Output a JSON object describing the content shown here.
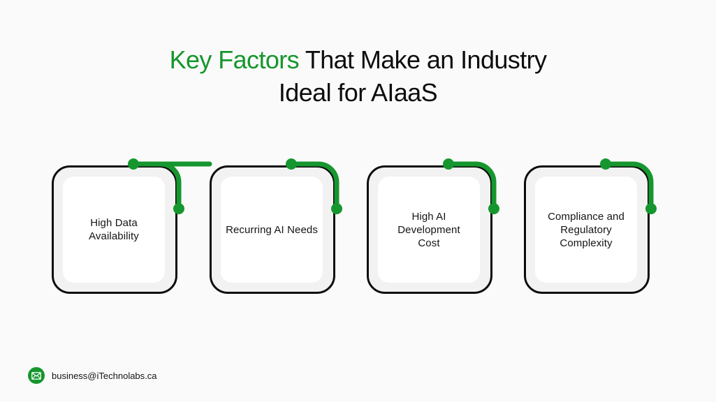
{
  "title": {
    "accent": "Key Factors",
    "line1_rest": " That Make an Industry",
    "line2": "Ideal for AIaaS"
  },
  "cards": [
    {
      "label": "High Data Availability"
    },
    {
      "label": "Recurring AI Needs"
    },
    {
      "label": "High AI Development Cost"
    },
    {
      "label": "Compliance and Regulatory Complexity"
    }
  ],
  "footer": {
    "icon": "mail-icon",
    "email": "business@iTechnolabs.ca"
  },
  "colors": {
    "accent": "#16962e",
    "text": "#0d0d0d",
    "background": "#fafafa",
    "card_border": "#0c0c0c",
    "card_band": "#f2f2f2",
    "card_inner": "#ffffff"
  }
}
